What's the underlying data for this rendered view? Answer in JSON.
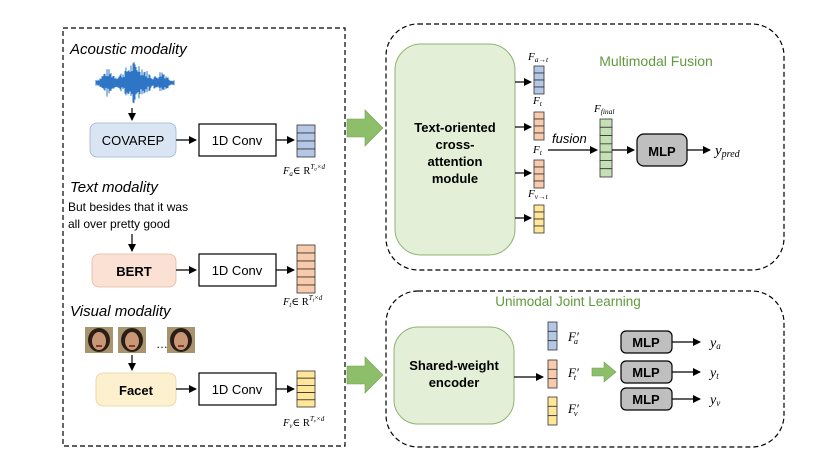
{
  "left_panel": {
    "acoustic_title": "Acoustic modality",
    "text_title": "Text modality",
    "visual_title": "Visual modality",
    "text_sample_line1": "But besides that it was",
    "text_sample_line2": "all over pretty good",
    "covarep_label": "COVAREP",
    "bert_label": "BERT",
    "facet_label": "Facet",
    "conv_label": "1D Conv",
    "ellipsis": "…",
    "fa_label": "F",
    "fa_sub": "a",
    "ft_label": "F",
    "ft_sub": "t",
    "fv_label": "F",
    "fv_sub": "v",
    "in_r": "∈ R",
    "sup_a": "T",
    "sup_a_sub": "a",
    "sup_t": "T",
    "sup_t_sub": "t",
    "sup_v": "T",
    "sup_v_sub": "v",
    "sup_d": "×d"
  },
  "fusion_panel": {
    "title": "Multimodal Fusion",
    "module_line1": "Text-oriented",
    "module_line2": "cross-",
    "module_line3": "attention",
    "module_line4": "module",
    "f_a_t": "F",
    "f_a_t_sub": "a→t",
    "f_t1": "F",
    "f_t1_sub": "t",
    "f_t2": "F",
    "f_t2_sub": "t",
    "f_v_t": "F",
    "f_v_t_sub": "v→t",
    "fusion_label": "fusion",
    "f_final": "F",
    "f_final_sub": "final",
    "mlp_label": "MLP",
    "y_pred": "y",
    "y_pred_sub": "pred"
  },
  "unimodal_panel": {
    "title": "Unimodal Joint Learning",
    "encoder_line1": "Shared-weight",
    "encoder_line2": "encoder",
    "fa_prime": "F′",
    "fa_prime_sub": "a",
    "ft_prime": "F′",
    "ft_prime_sub": "t",
    "fv_prime": "F′",
    "fv_prime_sub": "v",
    "mlp1": "MLP",
    "mlp2": "MLP",
    "mlp3": "MLP",
    "ya": "y",
    "ya_sub": "a",
    "yt": "y",
    "yt_sub": "t",
    "yv": "y",
    "yv_sub": "v"
  },
  "colors": {
    "covarep": "#dae5f3",
    "bert": "#fbe1d4",
    "facet": "#fdf0cf",
    "module_green": "#e3efd6",
    "title_green": "#5f9b3e",
    "arrow_green": "#8dbf6a",
    "mlp_gray": "#bfbfbf",
    "stack_blue": "#b4c7e7",
    "stack_orange": "#f8cbad",
    "stack_yellow": "#ffe699",
    "stack_green": "#c5e0b4"
  }
}
